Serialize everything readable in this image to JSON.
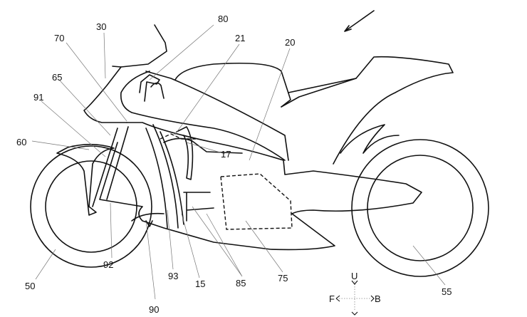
{
  "figure": {
    "reference_numerals": [
      {
        "id": "30",
        "text": "30"
      },
      {
        "id": "80",
        "text": "80"
      },
      {
        "id": "70",
        "text": "70"
      },
      {
        "id": "21",
        "text": "21"
      },
      {
        "id": "20",
        "text": "20"
      },
      {
        "id": "65",
        "text": "65"
      },
      {
        "id": "91",
        "text": "91"
      },
      {
        "id": "60",
        "text": "60"
      },
      {
        "id": "17",
        "text": "17"
      },
      {
        "id": "50",
        "text": "50"
      },
      {
        "id": "92",
        "text": "92"
      },
      {
        "id": "93",
        "text": "93"
      },
      {
        "id": "15",
        "text": "15"
      },
      {
        "id": "85",
        "text": "85"
      },
      {
        "id": "75",
        "text": "75"
      },
      {
        "id": "90",
        "text": "90"
      },
      {
        "id": "55",
        "text": "55"
      }
    ],
    "direction_indicator": {
      "up": "U",
      "front": "F",
      "back": "B"
    }
  }
}
